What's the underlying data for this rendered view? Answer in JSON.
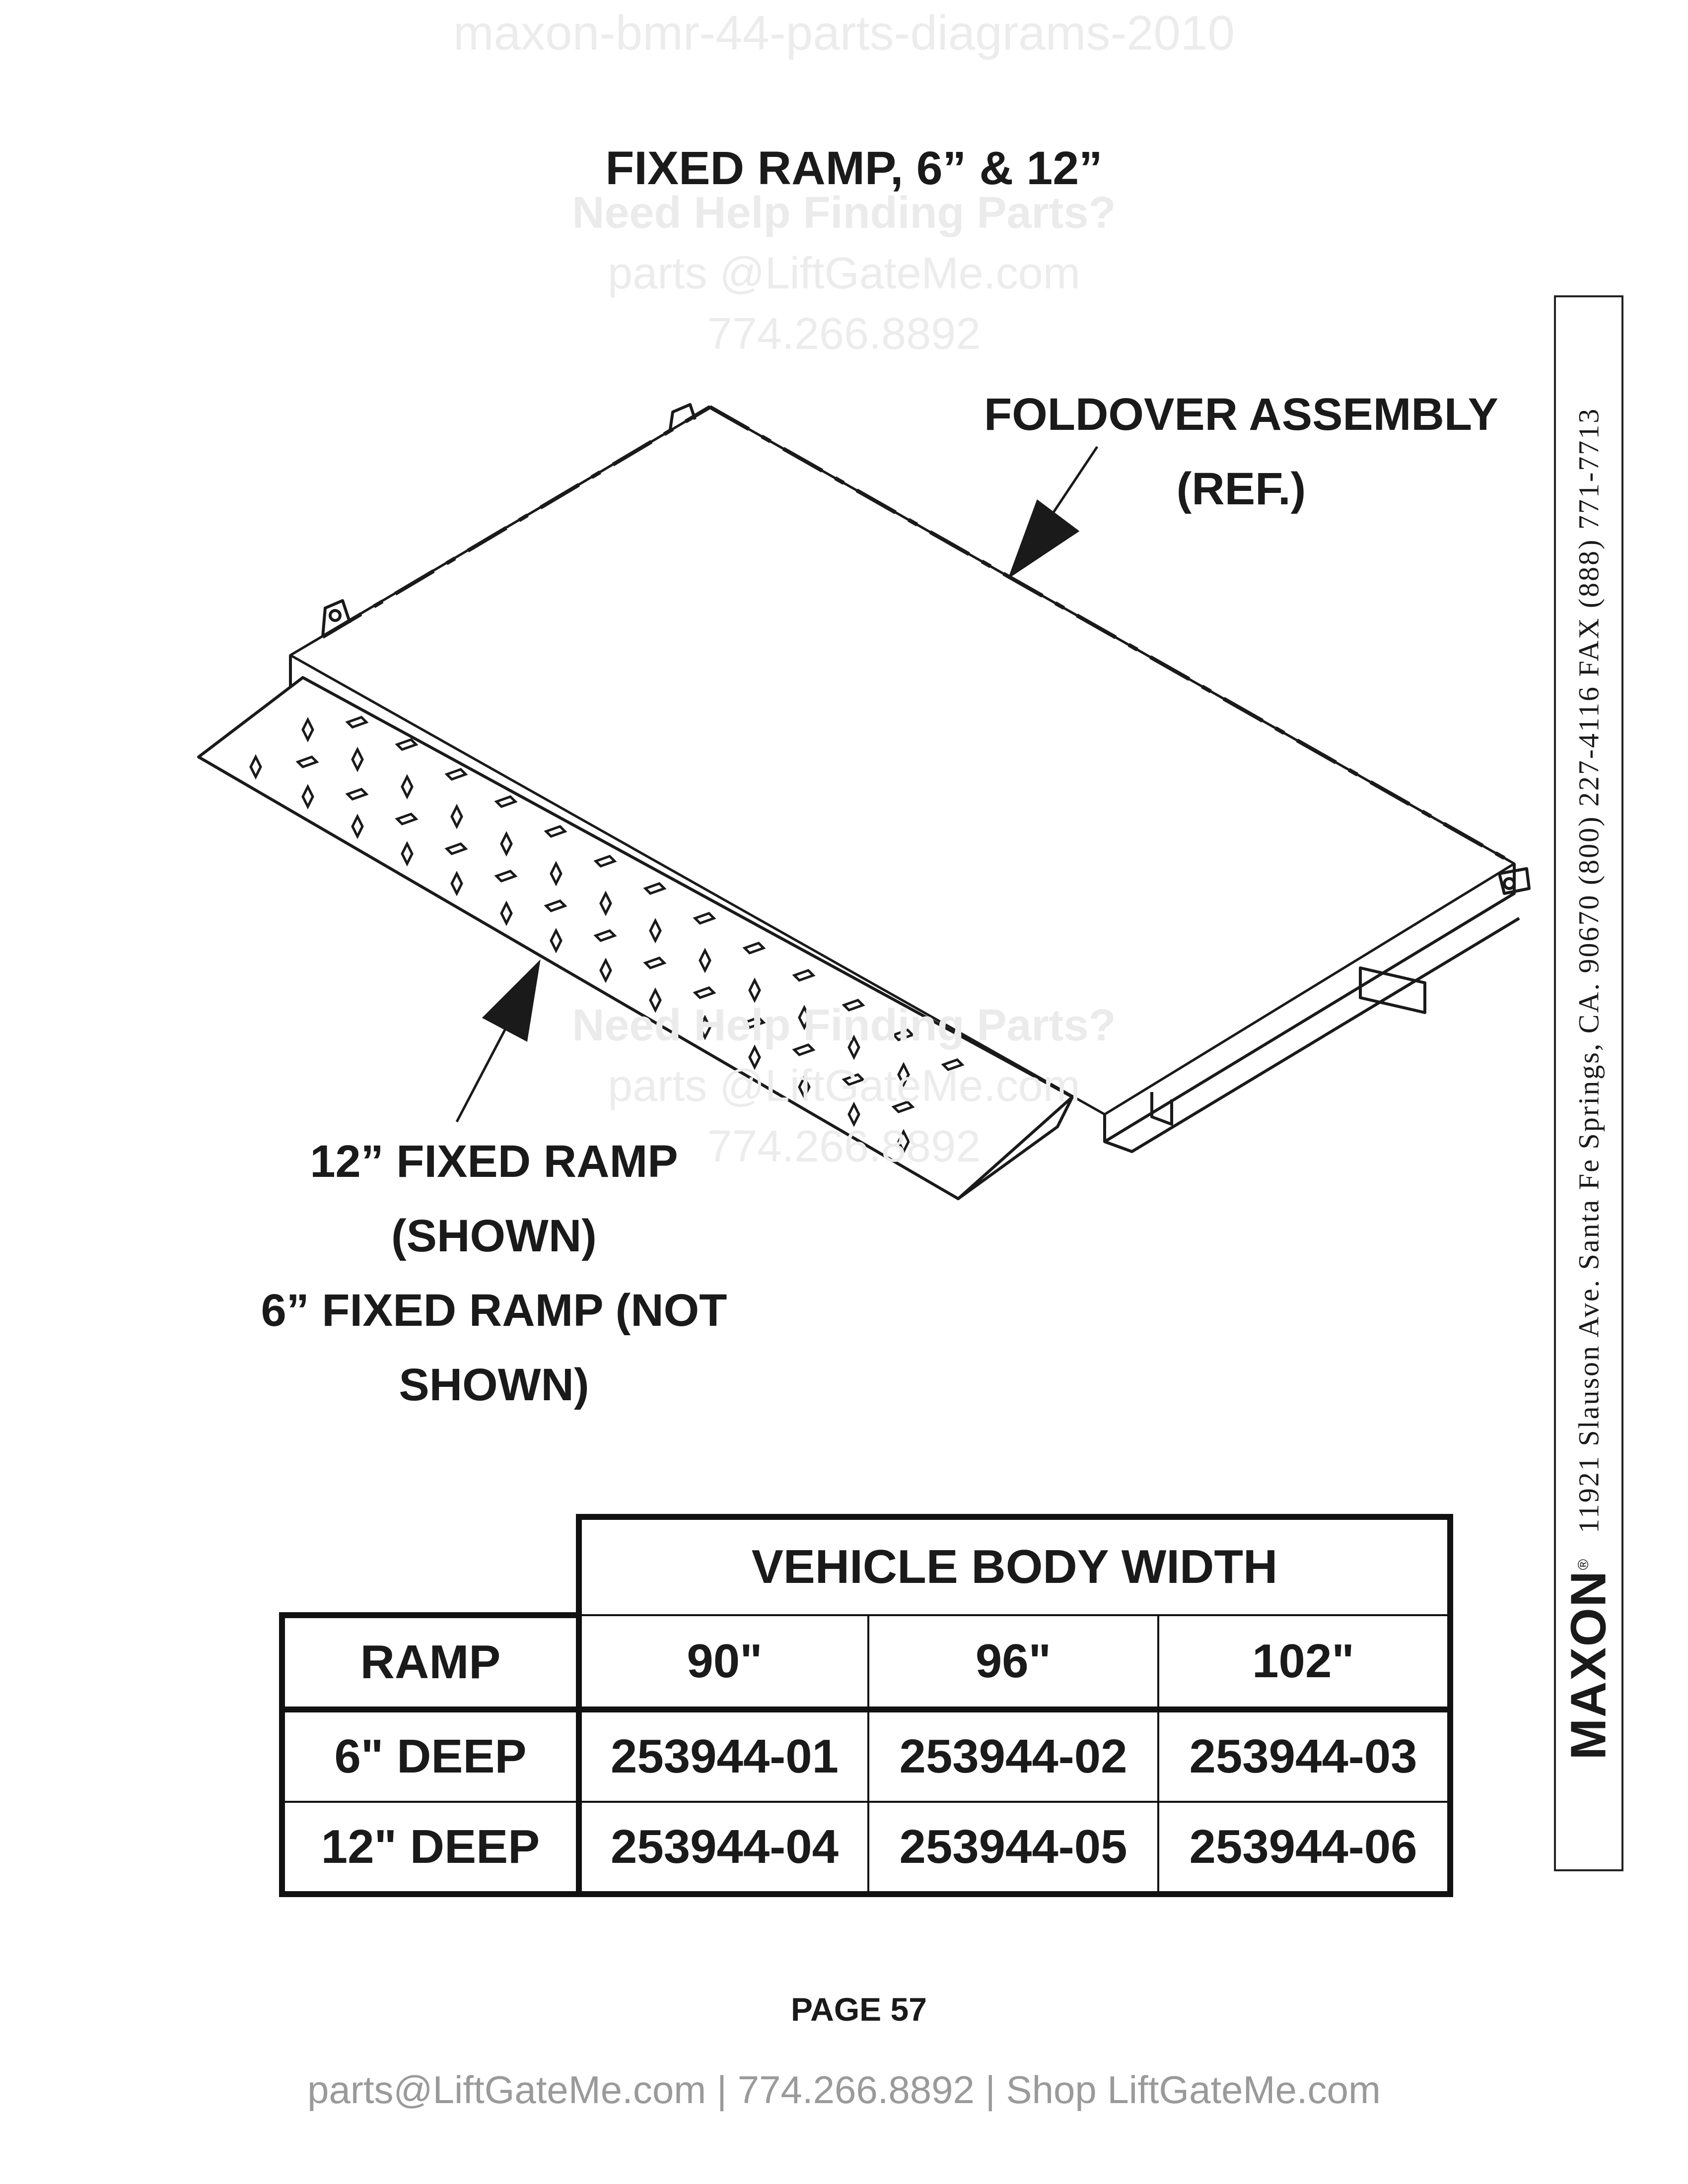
{
  "header": {
    "watermark": "maxon-bmr-44-parts-diagrams-2010"
  },
  "overlay": {
    "help_title": "Need Help Finding Parts?",
    "help_email": "parts @LiftGateMe.com",
    "help_phone": "774.266.8892"
  },
  "document": {
    "title": "FIXED RAMP, 6” & 12”",
    "labels": {
      "foldover_line1": "FOLDOVER ASSEMBLY",
      "foldover_line2": "(REF.)",
      "ramp_line1": "12” FIXED RAMP",
      "ramp_line2": "(SHOWN)",
      "ramp_line3": "6” FIXED RAMP (NOT",
      "ramp_line4": "SHOWN)"
    }
  },
  "sidebar": {
    "brand": "MAXON",
    "registered": "®",
    "address": "11921 Slauson Ave.   Santa Fe Springs, CA.   90670   (800) 227-4116   FAX (888) 771-7713"
  },
  "parts_table": {
    "group_header": "VEHICLE BODY WIDTH",
    "columns": [
      "RAMP",
      "90\"",
      "96\"",
      "102\""
    ],
    "rows": [
      [
        "6\" DEEP",
        "253944-01",
        "253944-02",
        "253944-03"
      ],
      [
        "12\" DEEP",
        "253944-04",
        "253944-05",
        "253944-06"
      ]
    ]
  },
  "page": {
    "number_label": "PAGE  57"
  },
  "footer": {
    "contact": "parts@LiftGateMe.com | 774.266.8892 | Shop LiftGateMe.com"
  },
  "colors": {
    "ink": "#1a1a1a",
    "watermark": "#ececec",
    "footer": "#9a9a9a"
  }
}
